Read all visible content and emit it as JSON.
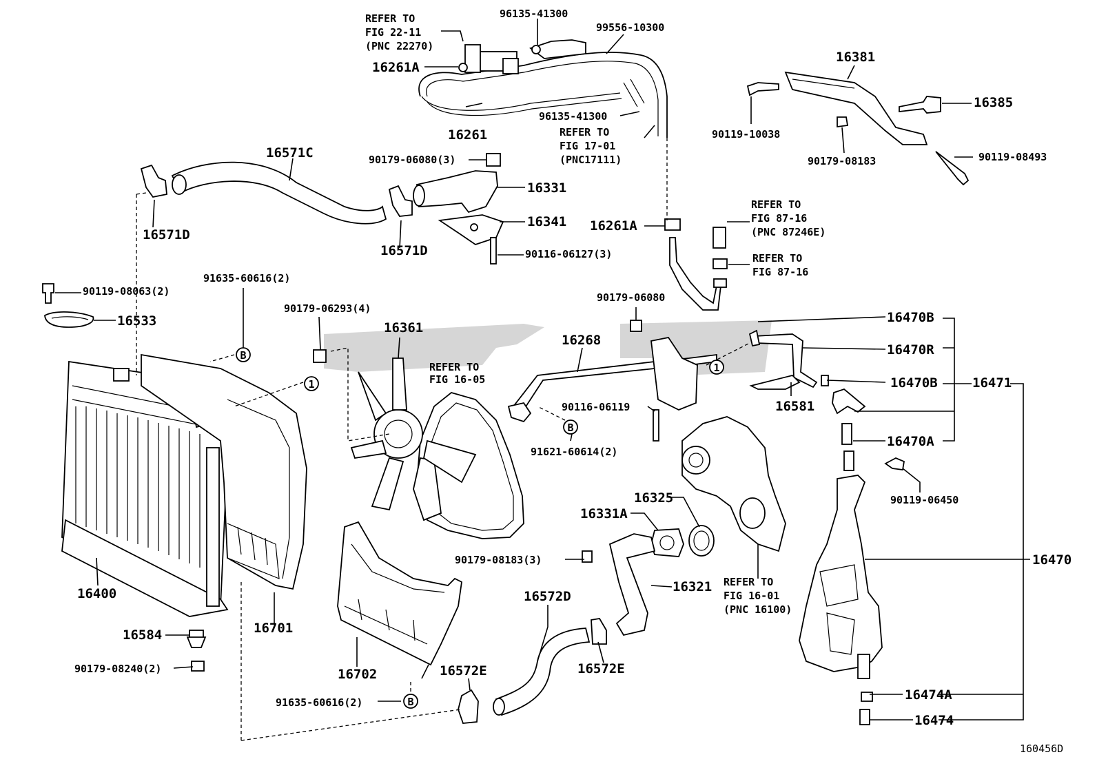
{
  "diagram_id": "160456D",
  "refs": {
    "r22": [
      "REFER TO",
      "FIG 22-11",
      "(PNC 22270)"
    ],
    "r17": [
      "REFER TO",
      "FIG 17-01",
      "(PNC17111)"
    ],
    "r87a": [
      "REFER TO",
      "FIG 87-16",
      "(PNC 87246E)"
    ],
    "r87b": [
      "REFER TO",
      "FIG 87-16"
    ],
    "r1605": [
      "REFER TO",
      "FIG 16-05"
    ],
    "r1601": [
      "REFER TO",
      "FIG 16-01",
      "(PNC 16100)"
    ]
  },
  "markers": {
    "circle_b": "B",
    "circle_1": "1"
  },
  "parts": {
    "p96135_a": "96135-41300",
    "p99556": "99556-10300",
    "p16261A_a": "16261A",
    "p16261": "16261",
    "p96135_b": "96135-41300",
    "p16381": "16381",
    "p16385": "16385",
    "p90119_10038": "90119-10038",
    "p90179_08183_a": "90179-08183",
    "p90119_08493": "90119-08493",
    "p16571C": "16571C",
    "p90179_06080_3": "90179-06080(3)",
    "p16331": "16331",
    "p16341": "16341",
    "p16571D_a": "16571D",
    "p16571D_b": "16571D",
    "p90116_06127": "90116-06127(3)",
    "p16261A_b": "16261A",
    "p90119_08063": "90119-08063(2)",
    "p91635_60616_a": "91635-60616(2)",
    "p16533": "16533",
    "p90179_06293": "90179-06293(4)",
    "p16361": "16361",
    "p90179_06080": "90179-06080",
    "p16268": "16268",
    "p16470B_a": "16470B",
    "p16470R": "16470R",
    "p16470B_b": "16470B",
    "p16471": "16471",
    "p16581": "16581",
    "p90116_06119": "90116-06119",
    "p91621_60614": "91621-60614(2)",
    "p16470A": "16470A",
    "p90119_06450": "90119-06450",
    "p16325": "16325",
    "p16331A": "16331A",
    "p90179_08183_3": "90179-08183(3)",
    "p16321": "16321",
    "p16470": "16470",
    "p16400": "16400",
    "p16701": "16701",
    "p16702": "16702",
    "p16572D": "16572D",
    "p16572E_a": "16572E",
    "p16572E_b": "16572E",
    "p16584": "16584",
    "p90179_08240": "90179-08240(2)",
    "p91635_60616_b": "91635-60616(2)",
    "p16474A": "16474A",
    "p16474": "16474"
  }
}
